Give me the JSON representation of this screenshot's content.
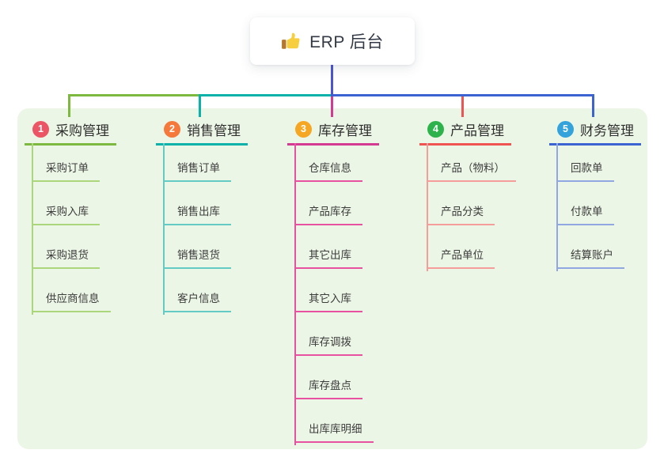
{
  "root": {
    "title": "ERP 后台",
    "icon": "thumbs-up-icon"
  },
  "canvas": {
    "panel_bg": "#ecf6e6",
    "root_line_color": "#4b55d4",
    "text_color": "#2f2f2f"
  },
  "branches": [
    {
      "number": "1",
      "label": "采购管理",
      "badge_color": "#ec5565",
      "line_color": "#7cb93e",
      "child_line_color": "#abd67c",
      "children": [
        "采购订单",
        "采购入库",
        "采购退货",
        "供应商信息"
      ]
    },
    {
      "number": "2",
      "label": "销售管理",
      "badge_color": "#f4793b",
      "line_color": "#0ab2aa",
      "child_line_color": "#63cac4",
      "children": [
        "销售订单",
        "销售出库",
        "销售退货",
        "客户信息"
      ]
    },
    {
      "number": "3",
      "label": "库存管理",
      "badge_color": "#f5a623",
      "line_color": "#d43a92",
      "child_line_color": "#e8519f",
      "children": [
        "仓库信息",
        "产品库存",
        "其它出库",
        "其它入库",
        "库存调拨",
        "库存盘点",
        "出库库明细"
      ]
    },
    {
      "number": "4",
      "label": "产品管理",
      "badge_color": "#2eb34c",
      "line_color": "#f05452",
      "child_line_color": "#f59d9b",
      "children": [
        "产品（物料）",
        "产品分类",
        "产品单位"
      ]
    },
    {
      "number": "5",
      "label": "财务管理",
      "badge_color": "#34a3dc",
      "line_color": "#3c63d2",
      "child_line_color": "#90a7e2",
      "children": [
        "回款单",
        "付款单",
        "结算账户"
      ]
    }
  ]
}
